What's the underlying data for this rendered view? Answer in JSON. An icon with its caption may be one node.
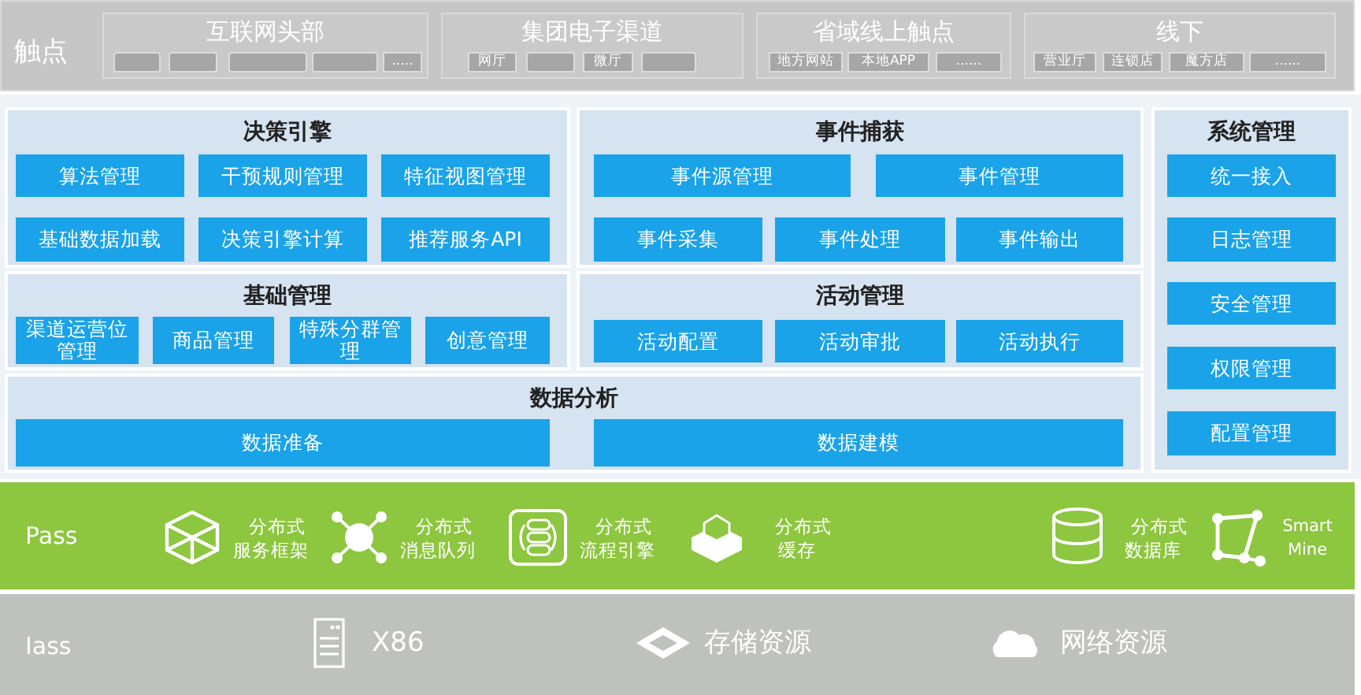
{
  "diagram": {
    "nodes": [
      {
        "text": [
          "触点"
        ]
      },
      {
        "text": [
          "互联网头部"
        ],
        "in": 0
      },
      {
        "text": [],
        "shape": "box",
        "in": 1
      },
      {
        "text": [],
        "shape": "box",
        "in": 1
      },
      {
        "text": [],
        "shape": "box",
        "in": 1
      },
      {
        "text": [],
        "shape": "box",
        "in": 1
      },
      {
        "text": [
          "....."
        ],
        "in": 1
      },
      {
        "text": [
          "集团电子渠道"
        ],
        "in": 0
      },
      {
        "text": [
          "网厅"
        ],
        "in": 7
      },
      {
        "text": [],
        "shape": "box",
        "in": 7
      },
      {
        "text": [
          "微厅"
        ],
        "in": 7
      },
      {
        "text": [],
        "shape": "box",
        "in": 7
      },
      {
        "text": [
          "省域线上触点"
        ],
        "in": 0
      },
      {
        "text": [
          "地方网站"
        ],
        "in": 12
      },
      {
        "text": [
          "本地APP"
        ],
        "in": 12
      },
      {
        "text": [
          "......"
        ],
        "in": 12
      },
      {
        "text": [
          "线下"
        ],
        "in": 0
      },
      {
        "text": [
          "营业厅"
        ],
        "in": 16
      },
      {
        "text": [
          "连锁店"
        ],
        "in": 16
      },
      {
        "text": [
          "魔方店"
        ],
        "in": 16
      },
      {
        "text": [
          "......"
        ],
        "in": 16
      },
      {
        "text": [
          "决策引擎"
        ]
      },
      {
        "text": [
          "算法管理"
        ],
        "in": 21
      },
      {
        "text": [
          "干预规则管理"
        ],
        "in": 21
      },
      {
        "text": [
          "特征视图管理"
        ],
        "in": 21
      },
      {
        "text": [
          "基础数据加载"
        ],
        "in": 21
      },
      {
        "text": [
          "决策引擎计算"
        ],
        "in": 21
      },
      {
        "text": [
          "推荐服务API"
        ],
        "in": 21
      },
      {
        "text": [
          "事件捕获"
        ]
      },
      {
        "text": [
          "事件源管理"
        ],
        "in": 28
      },
      {
        "text": [
          "事件管理"
        ],
        "in": 28
      },
      {
        "text": [
          "事件采集"
        ],
        "in": 28
      },
      {
        "text": [
          "事件处理"
        ],
        "in": 28
      },
      {
        "text": [
          "事件输出"
        ],
        "in": 28
      },
      {
        "text": [
          "系统管理"
        ]
      },
      {
        "text": [
          "统一接入"
        ],
        "in": 34
      },
      {
        "text": [
          "日志管理"
        ],
        "in": 34
      },
      {
        "text": [
          "安全管理"
        ],
        "in": 34
      },
      {
        "text": [
          "权限管理"
        ],
        "in": 34
      },
      {
        "text": [
          "配置管理"
        ],
        "in": 34
      },
      {
        "text": [
          "基础管理"
        ]
      },
      {
        "text": [
          "渠道运营位管理"
        ],
        "in": 40
      },
      {
        "text": [
          "商品管理"
        ],
        "in": 40
      },
      {
        "text": [
          "特殊分群管理"
        ],
        "in": 40
      },
      {
        "text": [
          "创意管理"
        ],
        "in": 40
      },
      {
        "text": [
          "活动管理"
        ]
      },
      {
        "text": [
          "活动配置"
        ],
        "in": 45
      },
      {
        "text": [
          "活动审批"
        ],
        "in": 45
      },
      {
        "text": [
          "活动执行"
        ],
        "in": 45
      },
      {
        "text": [
          "数据分析"
        ]
      },
      {
        "text": [
          "数据准备"
        ],
        "in": 49
      },
      {
        "text": [
          "数据建模"
        ],
        "in": 49
      }
    ],
    "labels": [
      "Pass",
      "分布式服务框架",
      "分布式消息队列",
      "分布式流程引擎",
      "分布式缓存",
      "分布式数据库",
      "Smart Mine",
      "Iass",
      "X86",
      "存储资源",
      "网络资源"
    ]
  }
}
